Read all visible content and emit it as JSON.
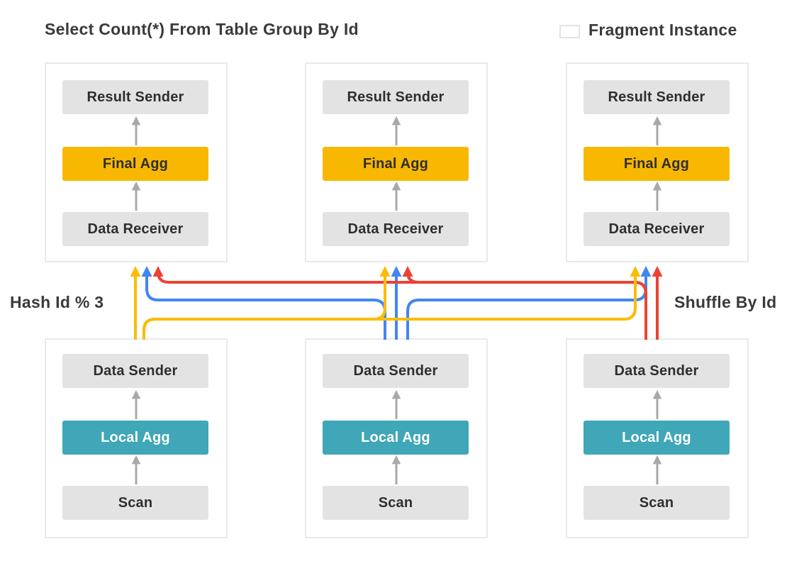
{
  "title": "Select Count(*) From Table Group By Id",
  "legend": {
    "label": "Fragment Instance"
  },
  "annotations": {
    "left_label": "Hash Id % 3",
    "right_label": "Shuffle By Id"
  },
  "fragments": {
    "top": [
      {
        "name": "top-left",
        "nodes": [
          "Result Sender",
          "Final Agg",
          "Data Receiver"
        ]
      },
      {
        "name": "top-middle",
        "nodes": [
          "Result Sender",
          "Final Agg",
          "Data Receiver"
        ]
      },
      {
        "name": "top-right",
        "nodes": [
          "Result Sender",
          "Final Agg",
          "Data Receiver"
        ]
      }
    ],
    "bottom": [
      {
        "name": "bottom-left",
        "nodes": [
          "Data Sender",
          "Local Agg",
          "Scan"
        ]
      },
      {
        "name": "bottom-middle",
        "nodes": [
          "Data Sender",
          "Local Agg",
          "Scan"
        ]
      },
      {
        "name": "bottom-right",
        "nodes": [
          "Data Sender",
          "Local Agg",
          "Scan"
        ]
      }
    ]
  },
  "shuffle_edges": [
    {
      "from": "bottom-left",
      "to": "top-left",
      "color": "yellow"
    },
    {
      "from": "bottom-left",
      "to": "top-middle",
      "color": "yellow"
    },
    {
      "from": "bottom-left",
      "to": "top-right",
      "color": "yellow"
    },
    {
      "from": "bottom-middle",
      "to": "top-left",
      "color": "blue"
    },
    {
      "from": "bottom-middle",
      "to": "top-middle",
      "color": "blue"
    },
    {
      "from": "bottom-middle",
      "to": "top-right",
      "color": "blue"
    },
    {
      "from": "bottom-right",
      "to": "top-left",
      "color": "red"
    },
    {
      "from": "bottom-right",
      "to": "top-middle",
      "color": "red"
    },
    {
      "from": "bottom-right",
      "to": "top-right",
      "color": "red"
    }
  ],
  "colors": {
    "bg": "#ffffff",
    "title_color": "#3a3a3a",
    "text_dark": "#2e2e2e",
    "fragment_border": "#e9e9e9",
    "legend_border": "#e3e3e3",
    "node_gray": "#e3e3e3",
    "accent_yellow": "#f8b802",
    "accent_teal": "#3fa7b7",
    "connector_gray": "#a9a9a9",
    "shuffle_yellow": "#fbbc05",
    "shuffle_blue": "#4285f4",
    "shuffle_red": "#ea4335"
  }
}
